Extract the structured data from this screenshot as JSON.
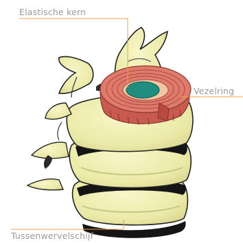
{
  "labels": {
    "nucleus": "Elastische kern",
    "annulus": "Vezelring",
    "disc": "Tussenwervelschijf"
  },
  "colors": {
    "label_text": "#9a9a9a",
    "leader_line": "#f0a050",
    "bone_fill": "#f0efb4",
    "bone_outline": "#222222",
    "annulus_fill": "#e07a6c",
    "nucleus_fill": "#1f8e7e",
    "disc_dark": "#151515"
  }
}
